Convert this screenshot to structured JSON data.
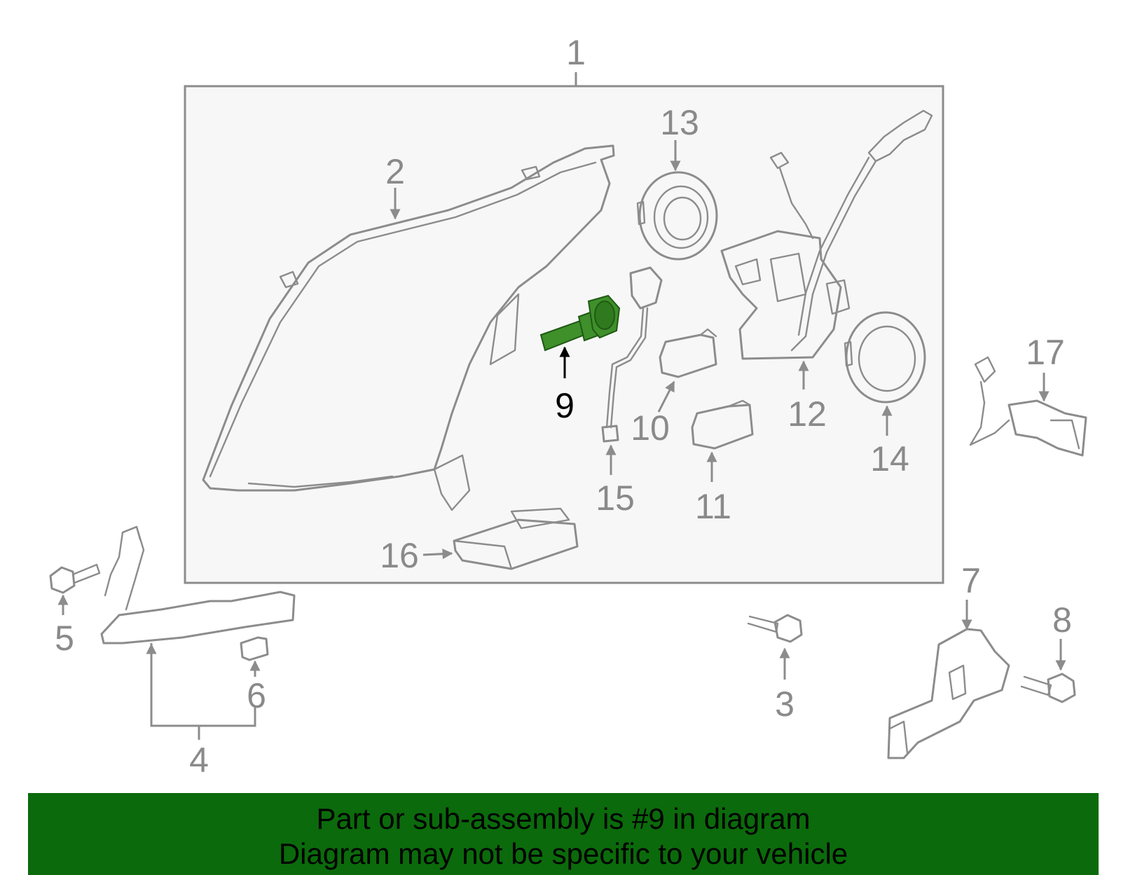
{
  "diagram": {
    "callouts": {
      "c1": "1",
      "c2": "2",
      "c3": "3",
      "c4": "4",
      "c5": "5",
      "c6": "6",
      "c7": "7",
      "c8": "8",
      "c9": "9",
      "c10": "10",
      "c11": "11",
      "c12": "12",
      "c13": "13",
      "c14": "14",
      "c15": "15",
      "c16": "16",
      "c17": "17"
    },
    "highlighted_part": "9",
    "colors": {
      "highlight_part": "#3f8f2a",
      "outline": "#8c8c8c",
      "box_fill": "#f7f7f7",
      "banner": "#0b6a0b"
    }
  },
  "banner": {
    "line1": "Part or sub-assembly is #9 in diagram",
    "line2": "Diagram may not be specific to your vehicle"
  }
}
